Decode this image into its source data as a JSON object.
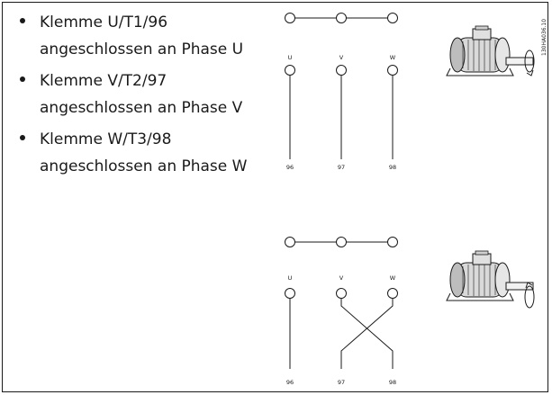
{
  "bullets": [
    {
      "text": "Klemme U/T1/96\nangeschlossen an Phase U"
    },
    {
      "text": "Klemme V/T2/97\nangeschlossen an Phase V"
    },
    {
      "text": "Klemme W/T3/98\nangeschlossen an Phase W"
    }
  ],
  "diagrams": {
    "doc_id": "130HA036.10",
    "upper": {
      "phases": [
        "U",
        "V",
        "W"
      ],
      "terminals": [
        "96",
        "97",
        "98"
      ],
      "wiring": "straight",
      "rotation": "clockwise"
    },
    "lower": {
      "phases": [
        "U",
        "V",
        "W"
      ],
      "terminals": [
        "96",
        "97",
        "98"
      ],
      "wiring": "V-W crossed",
      "rotation": "counter-clockwise"
    }
  },
  "icons": [
    "motor-icon",
    "rotation-arrow-icon"
  ],
  "colors": {
    "line": "#1a1a1a",
    "motor_fill": "#d9d9d9",
    "background": "#ffffff"
  }
}
